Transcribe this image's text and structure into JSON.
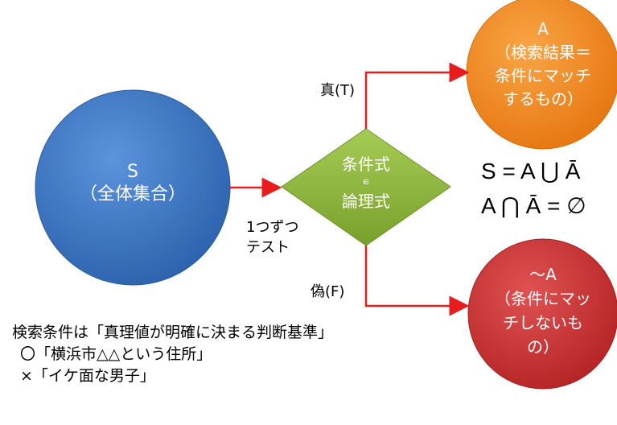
{
  "universe": {
    "label": "S",
    "sub": "（全体集合）"
  },
  "condition": {
    "line1": "条件式",
    "symbol": "∊",
    "line2": "論理式"
  },
  "match": {
    "title": "A",
    "body": "（検索結果＝条件にマッチするもの）"
  },
  "nomatch": {
    "title": "～A",
    "body": "（条件にマッチしないもの）"
  },
  "labels": {
    "true": "真(T)",
    "false": "偽(F)",
    "test": "1つずつ\nテスト"
  },
  "equations": [
    "S = A ⋃ Ā",
    "A ⋂ Ā = ∅"
  ],
  "note": {
    "line1": "検索条件は「真理値が明確に決まる判断基準」",
    "line2": "〇「横浜市△△という住所」",
    "line3": "×「イケ面な男子」"
  },
  "colors": {
    "blue": "#3a73c2",
    "green": "#8bb33a",
    "orange": "#f08a1f",
    "red": "#c93434",
    "arrow": "#e81c1c"
  }
}
